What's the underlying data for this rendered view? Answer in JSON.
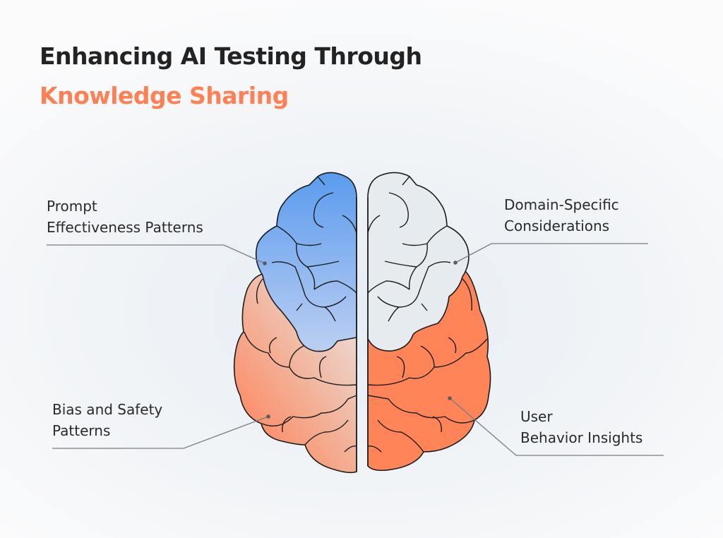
{
  "title": {
    "line1": "Enhancing AI Testing Through",
    "line2": "Knowledge Sharing"
  },
  "labels": {
    "top_left": {
      "line1": "Prompt",
      "line2": "Effectiveness Patterns"
    },
    "top_right": {
      "line1": "Domain-Specific",
      "line2": "Considerations"
    },
    "bottom_left": {
      "line1": "Bias and Safety",
      "line2": "Patterns"
    },
    "bottom_right": {
      "line1": "User",
      "line2": "Behavior Insights"
    }
  },
  "colors": {
    "title_dark": "#232323",
    "title_accent": "#ff8054",
    "blue_top": "#5b9bee",
    "blue_bottom": "#b9cdf2",
    "orange": "#ff8457",
    "orange_light": "#e9ddda",
    "gray_fill": "#e6ebf0",
    "outline": "#1c1c1c",
    "leader_line": "#7a7d80"
  }
}
